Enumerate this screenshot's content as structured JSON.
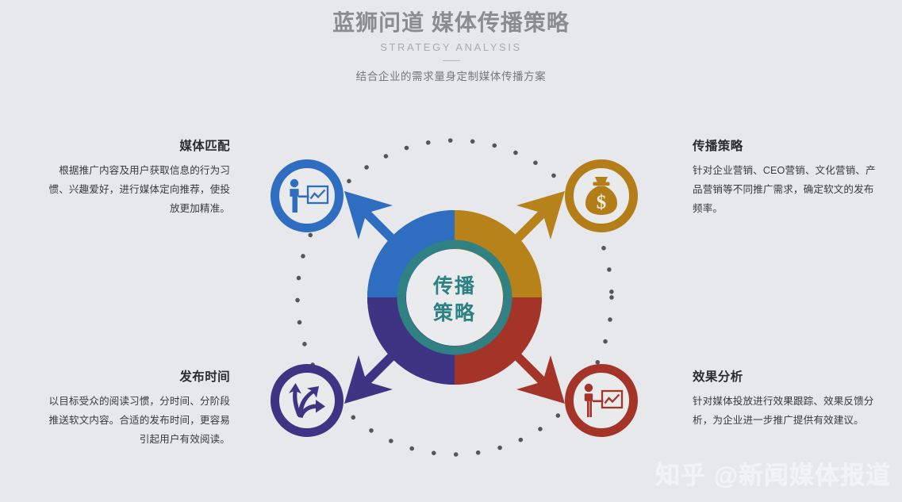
{
  "header": {
    "title": "蓝狮问道 媒体传播策略",
    "subtitle_en": "STRATEGY ANALYSIS",
    "subtitle_cn": "结合企业的需求量身定制媒体传播方案"
  },
  "center": {
    "line1": "传播",
    "line2": "策略",
    "color": "#2b8183"
  },
  "blocks": [
    {
      "position": "top-left",
      "title": "媒体匹配",
      "body": "根据推广内容及用户获取信息的行为习惯、兴趣爱好，进行媒体定向推荐，使投放更加精准。",
      "icon": "presenter-chart-icon",
      "accent": "#2f6dc0"
    },
    {
      "position": "bottom-left",
      "title": "发布时间",
      "body": "以目标受众的阅读习惯，分时间、分阶段推送软文内容。合适的发布时间，更容易引起用户有效阅读。",
      "icon": "diverging-arrows-icon",
      "accent": "#3e3483"
    },
    {
      "position": "top-right",
      "title": "传播策略",
      "body": "针对企业营销、CEO营销、文化营销、产品营销等不同推广需求，确定软文的发布频率。",
      "icon": "money-bag-icon",
      "accent": "#b37d18"
    },
    {
      "position": "bottom-right",
      "title": "效果分析",
      "body": "针对媒体投放进行效果跟踪、效果反馈分析，为企业进一步推广提供有效建议。",
      "icon": "presenter-chart-icon",
      "accent": "#a43328"
    }
  ],
  "diagram": {
    "type": "four-quadrant-outward-arrows",
    "dotted_ring_color": "#54565b",
    "quadrants": [
      {
        "name": "top-left",
        "color": "#2f6dc0"
      },
      {
        "name": "top-right",
        "color": "#b8821a"
      },
      {
        "name": "bottom-right",
        "color": "#a43328"
      },
      {
        "name": "bottom-left",
        "color": "#3e3483"
      }
    ],
    "ring_color": "#2f8183"
  },
  "watermark": {
    "text": "知乎 @新闻媒体报道"
  },
  "palette": {
    "background": "#e7e8eb",
    "title_gray": "#8b8c8f",
    "body_text": "#3a3a3d"
  }
}
